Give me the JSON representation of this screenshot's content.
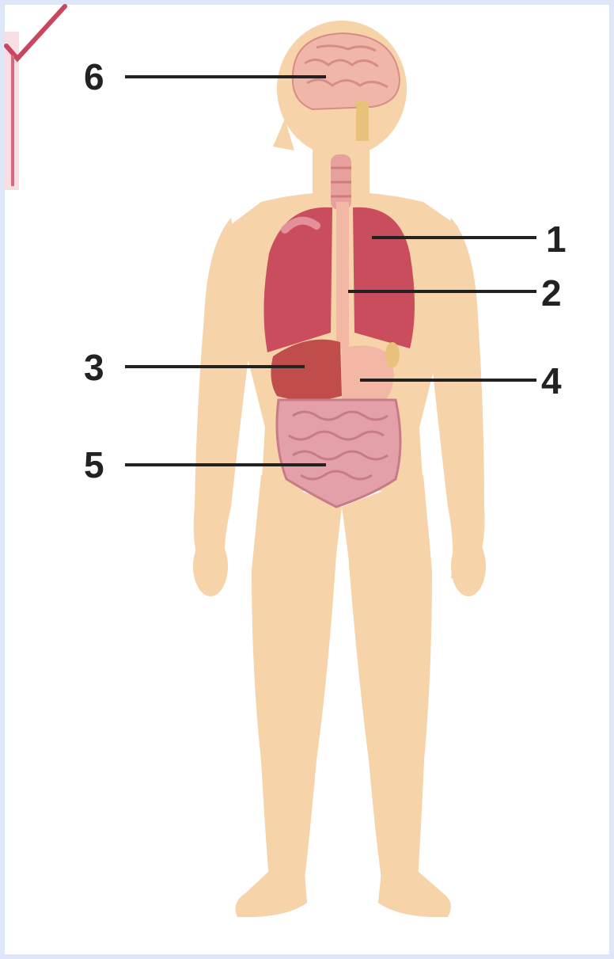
{
  "labels": [
    {
      "id": "1",
      "text": "1"
    },
    {
      "id": "2",
      "text": "2"
    },
    {
      "id": "3",
      "text": "3"
    },
    {
      "id": "4",
      "text": "4"
    },
    {
      "id": "5",
      "text": "5"
    },
    {
      "id": "6",
      "text": "6"
    }
  ],
  "colors": {
    "background": "#dde7f8",
    "body": "#f6d3a8",
    "lung": "#c94d5d",
    "organ": "#d8707a",
    "leader_line": "#222222",
    "check_mark": "#c9465f"
  }
}
